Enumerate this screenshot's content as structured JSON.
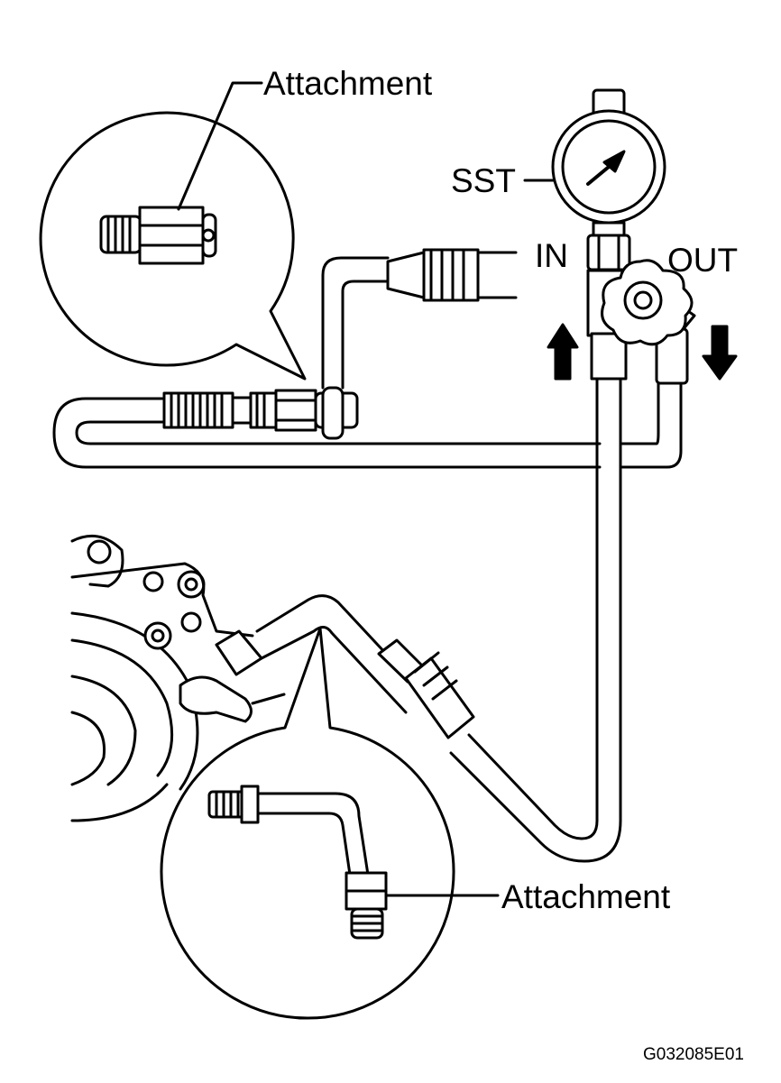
{
  "labels": {
    "attachment_top": "Attachment",
    "sst": "SST",
    "in": "IN",
    "out": "OUT",
    "attachment_bottom": "Attachment",
    "figure_code": "G032085E01"
  },
  "icons": [
    "gauge-icon",
    "valve-knob-icon",
    "arrow-up-icon",
    "arrow-down-icon",
    "hose-fitting-icon",
    "pump-icon"
  ],
  "colors": {
    "line": "#000000",
    "background": "#ffffff"
  }
}
